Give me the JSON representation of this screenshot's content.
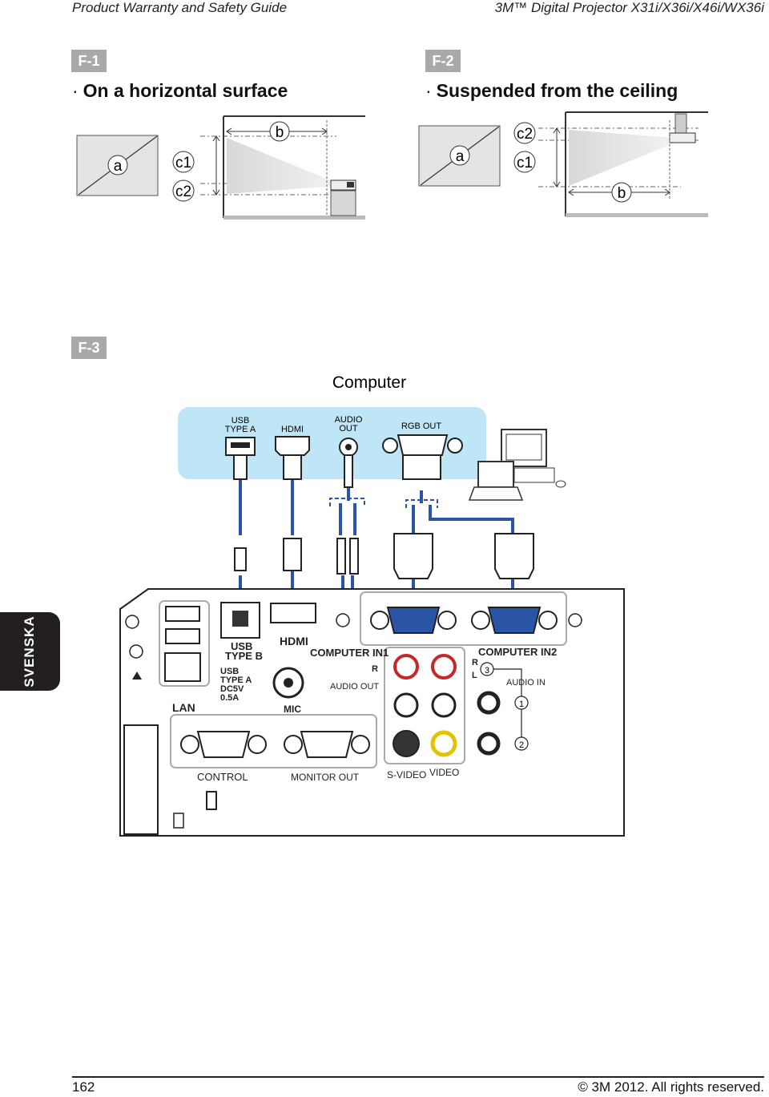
{
  "header": {
    "left": "Product Warranty and Safety Guide",
    "right": "3M™ Digital Projector X31i/X36i/X46i/WX36i"
  },
  "fig1": {
    "tag": "F-1",
    "title": "On a horizontal surface",
    "label_a": "a",
    "label_b": "b",
    "label_c1": "c1",
    "label_c2": "c2"
  },
  "fig2": {
    "tag": "F-2",
    "title": "Suspended from the ceiling",
    "label_a": "a",
    "label_b": "b",
    "label_c1": "c1",
    "label_c2": "c2"
  },
  "fig3": {
    "tag": "F-3",
    "computer_title": "Computer",
    "computer_ports": {
      "usb_type_a_1": "USB",
      "usb_type_a_2": "TYPE A",
      "hdmi": "HDMI",
      "audio_out_1": "AUDIO",
      "audio_out_2": "OUT",
      "rgb_out": "RGB OUT"
    },
    "projector_ports": {
      "usb_type_b_1": "USB",
      "usb_type_b_2": "TYPE B",
      "hdmi": "HDMI",
      "computer_in1": "COMPUTER IN1",
      "computer_in2": "COMPUTER IN2",
      "r": "R",
      "l": "L",
      "audio_out": "AUDIO OUT",
      "audio_in": "AUDIO IN",
      "usb_type_a_1": "USB",
      "usb_type_a_2": "TYPE A",
      "dc5v": "DC5V",
      "amp": "0.5A",
      "lan": "LAN",
      "mic": "MIC",
      "control": "CONTROL",
      "monitor_out": "MONITOR OUT",
      "s_video": "S-VIDEO",
      "video": "VIDEO",
      "in3": "3",
      "in1": "1",
      "in2": "2"
    }
  },
  "side_tab": "SVENSKA",
  "footer": {
    "page": "162",
    "copyright": "© 3M 2012. All rights reserved."
  }
}
